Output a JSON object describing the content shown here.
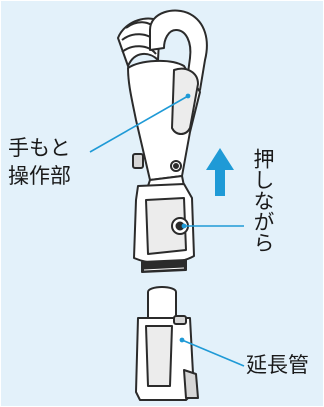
{
  "labels": {
    "handle_line1": "手もと",
    "handle_line2": "操作部",
    "push_text": "押しながら",
    "pipe": "延長管"
  },
  "icons": {
    "arrow": "arrow-up-icon"
  },
  "colors": {
    "background": "#e3f1fa",
    "line": "#2b2b2b",
    "leader": "#1f9ad6",
    "arrow": "#1f9ad6",
    "body_fill": "#ffffff",
    "shade": "#d6d6d6"
  }
}
